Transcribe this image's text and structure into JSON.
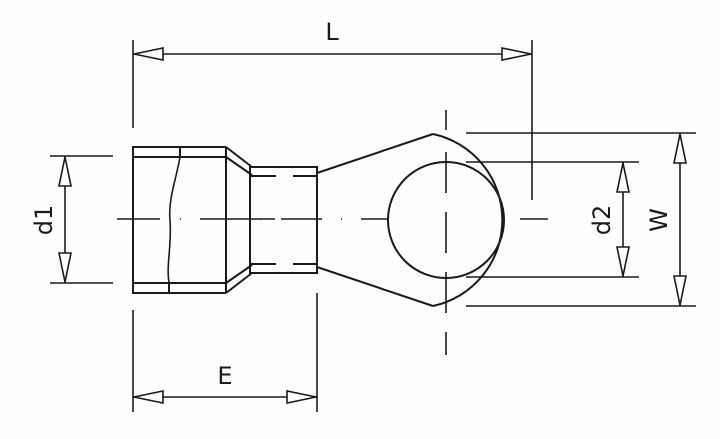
{
  "diagram": {
    "type": "technical-drawing",
    "subject": "insulated ring terminal (cable lug)",
    "colors": {
      "line": "#1a1a1a",
      "background": "#fefefe"
    },
    "dimensions": {
      "L": {
        "label": "L",
        "orientation": "horizontal",
        "position": "top"
      },
      "E": {
        "label": "E",
        "orientation": "horizontal",
        "position": "bottom"
      },
      "d1": {
        "label": "d1",
        "orientation": "vertical",
        "position": "left"
      },
      "d2": {
        "label": "d2",
        "orientation": "vertical",
        "position": "right-inner"
      },
      "W": {
        "label": "W",
        "orientation": "vertical",
        "position": "right-outer"
      }
    }
  }
}
